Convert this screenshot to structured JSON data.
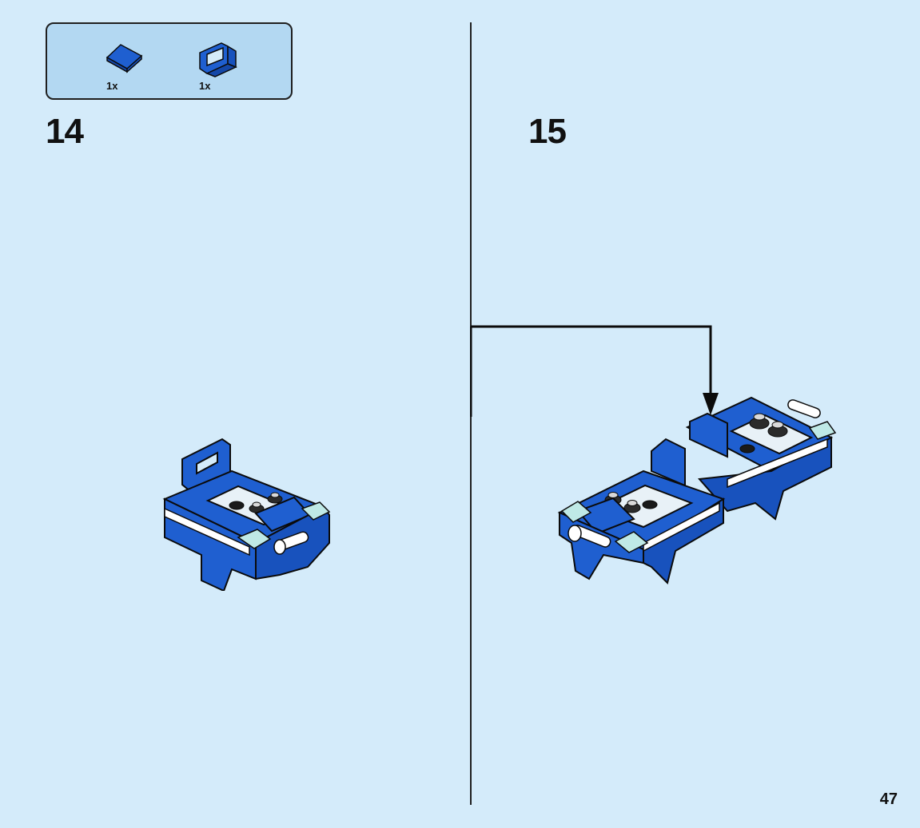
{
  "parts_callout": {
    "parts": [
      {
        "icon": "blue-slope-brick-icon",
        "qty": "1x",
        "color": "#1f5fd0"
      },
      {
        "icon": "blue-windshield-brick-icon",
        "qty": "1x",
        "color": "#1f5fd0"
      }
    ]
  },
  "steps": [
    {
      "number": "14",
      "model_icon": "blue-vehicle-module-icon"
    },
    {
      "number": "15",
      "model_icon": "blue-combined-vehicle-icon"
    }
  ],
  "page_number": "47",
  "colors": {
    "background": "#d4ebfa",
    "callout_fill": "#b3d8f2",
    "brick_blue": "#1f5fd0",
    "transparent_light_blue": "#bfe9e6"
  }
}
